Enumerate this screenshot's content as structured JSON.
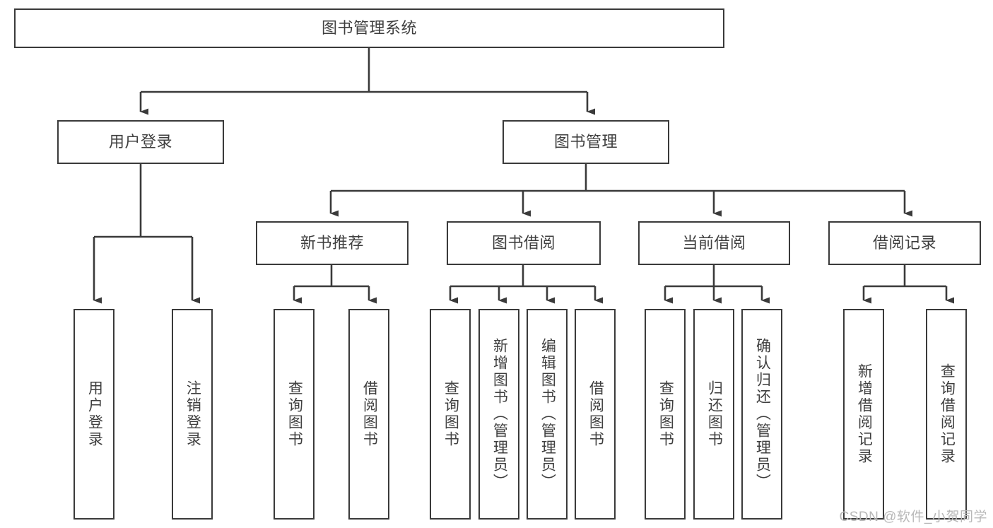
{
  "diagram": {
    "title": "图书管理系统",
    "type": "tree-hierarchy",
    "root": {
      "id": "root",
      "label": "图书管理系统"
    },
    "level1": [
      {
        "id": "user-login",
        "label": "用户登录"
      },
      {
        "id": "book-manage",
        "label": "图书管理"
      }
    ],
    "level2": [
      {
        "id": "new-book-recommend",
        "label": "新书推荐",
        "parent": "book-manage"
      },
      {
        "id": "book-borrow",
        "label": "图书借阅",
        "parent": "book-manage"
      },
      {
        "id": "current-borrow",
        "label": "当前借阅",
        "parent": "book-manage"
      },
      {
        "id": "borrow-record",
        "label": "借阅记录",
        "parent": "book-manage"
      }
    ],
    "leaves": [
      {
        "id": "leaf-user-login",
        "label": "用户登录",
        "parent": "user-login"
      },
      {
        "id": "leaf-logout",
        "label": "注销登录",
        "parent": "user-login"
      },
      {
        "id": "leaf-query-book-1",
        "label": "查询图书",
        "parent": "new-book-recommend"
      },
      {
        "id": "leaf-borrow-book-1",
        "label": "借阅图书",
        "parent": "new-book-recommend"
      },
      {
        "id": "leaf-query-book-2",
        "label": "查询图书",
        "parent": "book-borrow"
      },
      {
        "id": "leaf-add-book",
        "label": "新增图书（管理员）",
        "parent": "book-borrow"
      },
      {
        "id": "leaf-edit-book",
        "label": "编辑图书（管理员）",
        "parent": "book-borrow"
      },
      {
        "id": "leaf-borrow-book-2",
        "label": "借阅图书",
        "parent": "book-borrow"
      },
      {
        "id": "leaf-query-book-3",
        "label": "查询图书",
        "parent": "current-borrow"
      },
      {
        "id": "leaf-return-book",
        "label": "归还图书",
        "parent": "current-borrow"
      },
      {
        "id": "leaf-confirm-return",
        "label": "确认归还（管理员）",
        "parent": "current-borrow"
      },
      {
        "id": "leaf-add-record",
        "label": "新增借阅记录",
        "parent": "borrow-record"
      },
      {
        "id": "leaf-query-record",
        "label": "查询借阅记录",
        "parent": "borrow-record"
      }
    ]
  },
  "watermark": {
    "text": "CSDN @软件_小贺同学"
  },
  "colors": {
    "stroke": "#3a3a3a",
    "text": "#3f3f3f",
    "background": "#ffffff",
    "watermark": "#b8b8b8"
  }
}
